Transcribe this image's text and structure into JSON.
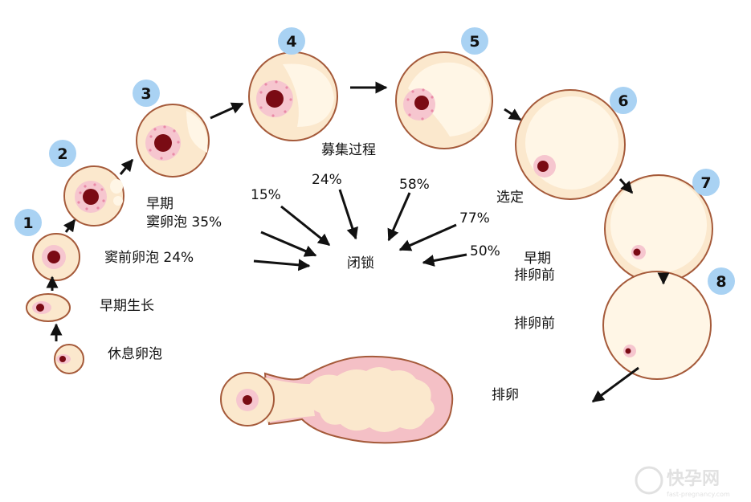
{
  "stages": [
    {
      "number": "1"
    },
    {
      "number": "2"
    },
    {
      "number": "3"
    },
    {
      "number": "4"
    },
    {
      "number": "5"
    },
    {
      "number": "6"
    },
    {
      "number": "7"
    },
    {
      "number": "8"
    }
  ],
  "labels": {
    "resting_follicle": "休息卵泡",
    "early_growth": "早期生长",
    "preantral_follicle": "窦前卵泡 24%",
    "early_antral_line1": "早期",
    "early_antral_line2": "窦卵泡 35%",
    "recruitment": "募集过程",
    "selection": "选定",
    "early_preovulatory_line1": "早期",
    "early_preovulatory_line2": "排卵前",
    "preovulatory": "排卵前",
    "ovulation": "排卵",
    "atresia": "闭锁"
  },
  "atresia_rates": {
    "rate_15": "15%",
    "rate_24": "24%",
    "rate_58": "58%",
    "rate_77": "77%",
    "rate_50": "50%"
  },
  "watermark": {
    "text": "快孕网",
    "url": "fast-pregnancy.com"
  },
  "colors": {
    "follicle_fill": "#fbe8cd",
    "follicle_stroke": "#a55a3a",
    "antrum_fill": "#fff6e6",
    "granulosa_fill": "#f6c6cf",
    "granulosa_dots": "#e98aa6",
    "oocyte_fill": "#7a0b14",
    "badge_fill": "#a9d2f3",
    "arrow": "#111111"
  }
}
